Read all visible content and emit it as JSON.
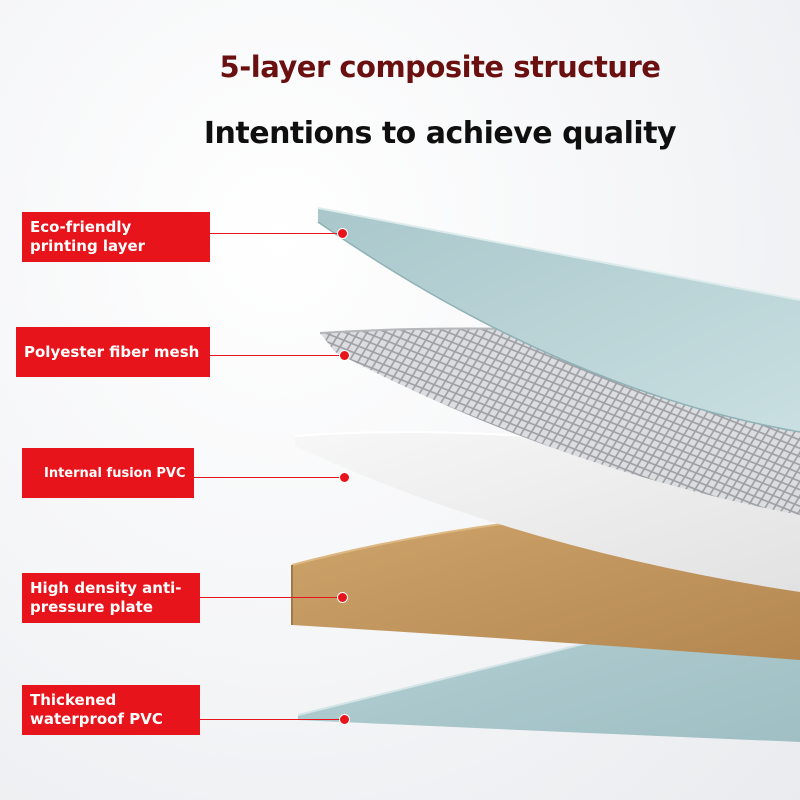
{
  "heading": {
    "line1": "5-layer composite structure",
    "line2": "Intentions to achieve quality"
  },
  "layers": [
    {
      "label": "Eco-friendly printing layer"
    },
    {
      "label": "Polyester fiber mesh"
    },
    {
      "label": "Internal fusion PVC"
    },
    {
      "label": "High density anti-pressure plate"
    },
    {
      "label": "Thickened waterproof PVC"
    }
  ],
  "colors": {
    "label_background": "#e8141b",
    "label_text": "#ffffff",
    "title_primary": "#6b1010",
    "title_secondary": "#0f0f0f",
    "printing_layer": "#b9d3d6",
    "mesh_layer": "#d9dadc",
    "pvc_layer": "#eeeeee",
    "plate_layer": "#c29a63",
    "waterproof_layer": "#aecbcf"
  }
}
